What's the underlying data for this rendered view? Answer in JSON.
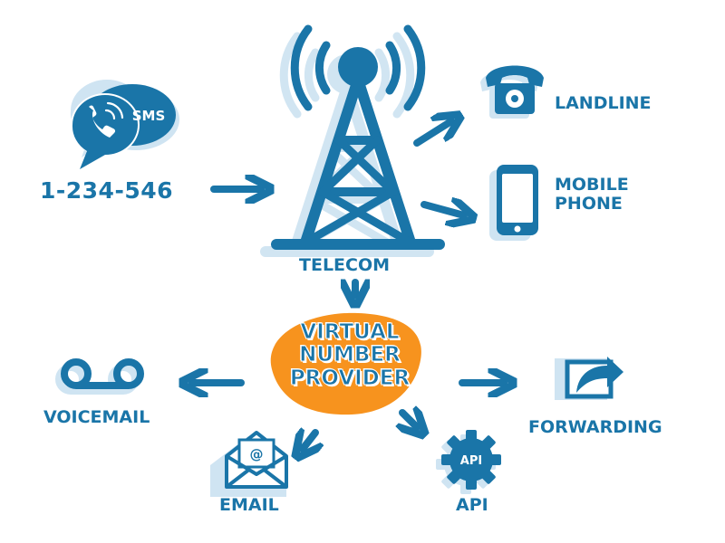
{
  "colors": {
    "primary": "#1a75a8",
    "shadow": "#cfe4f2",
    "highlight": "#f7931e",
    "background": "#ffffff"
  },
  "sms": {
    "badge": "SMS",
    "number": "1-234-546",
    "icon": "phone-chat-bubble-icon"
  },
  "telecom": {
    "label": "TELECOM",
    "icon": "cell-tower-icon"
  },
  "provider": {
    "line1": "VIRTUAL",
    "line2": "NUMBER",
    "line3": "PROVIDER"
  },
  "destinations": {
    "landline": {
      "label": "LANDLINE",
      "icon": "landline-phone-icon"
    },
    "mobile": {
      "line1": "MOBILE",
      "line2": "PHONE",
      "icon": "mobile-phone-icon"
    },
    "voicemail": {
      "label": "VOICEMAIL",
      "icon": "voicemail-icon"
    },
    "email": {
      "label": "EMAIL",
      "icon": "envelope-icon"
    },
    "api": {
      "label": "API",
      "badge": "API",
      "icon": "gear-icon"
    },
    "forwarding": {
      "label": "FORWARDING",
      "icon": "share-forward-icon"
    }
  }
}
